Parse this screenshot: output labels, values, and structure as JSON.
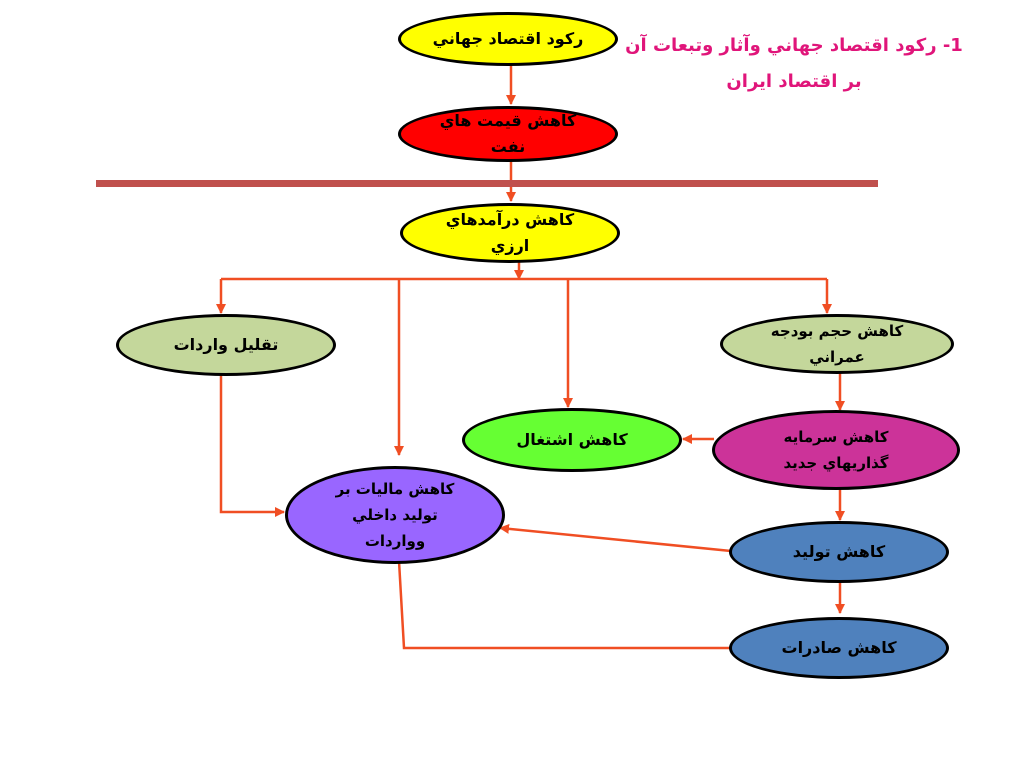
{
  "title": {
    "line1": "1- ركود اقتصاد جهاني وآثار وتبعات آن",
    "line2": "بر اقتصاد ايران"
  },
  "colors": {
    "arrow": "#f04e23",
    "divider": "#c0504d",
    "title": "#e0157a"
  },
  "nodes": {
    "global_recession": {
      "label": "ركود اقتصاد جهاني",
      "fill": "#ffff00"
    },
    "oil_price_drop": {
      "label": "كاهش قيمت هاي نفت",
      "fill": "#ff0000"
    },
    "fx_income_drop": {
      "label": "كاهش درآمدهاي ارزي",
      "fill": "#ffff00"
    },
    "import_reduction": {
      "label": "تقليل واردات",
      "fill": "#c4d79b"
    },
    "dev_budget_drop": {
      "label": "كاهش حجم بودجه عمراني",
      "fill": "#c4d79b"
    },
    "employment_drop": {
      "label": "كاهش اشتغال",
      "fill": "#66ff33"
    },
    "new_investment_drop": {
      "label": "كاهش سرمايه گذاريهاي جديد",
      "fill": "#cc3399"
    },
    "tax_drop": {
      "label": "كاهش ماليات بر توليد داخلي وواردات",
      "fill": "#9966ff"
    },
    "production_drop": {
      "label": "كاهش توليد",
      "fill": "#4f81bd"
    },
    "exports_drop": {
      "label": "كاهش صادرات",
      "fill": "#4f81bd"
    }
  }
}
